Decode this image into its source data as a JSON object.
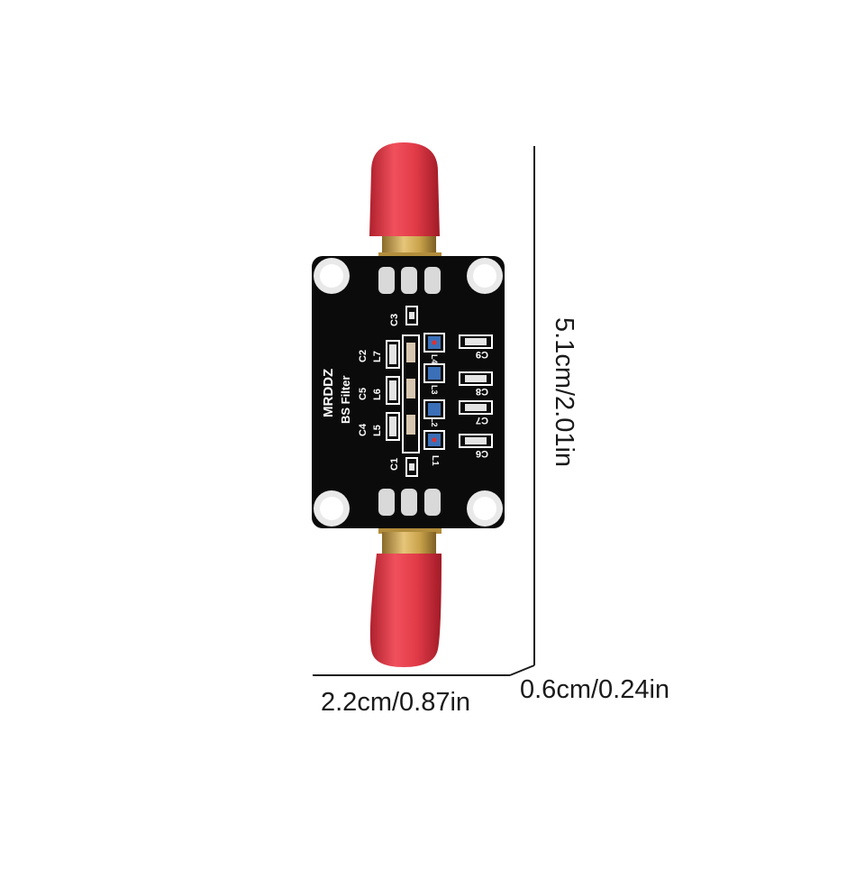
{
  "dimensions": {
    "height": "5.1cm/2.01in",
    "width": "2.2cm/0.87in",
    "thickness": "0.6cm/0.24in"
  },
  "board": {
    "brand": "MRDDZ",
    "model": "BS Filter",
    "labels": {
      "c1": "C1",
      "c2": "C2",
      "c3": "C3",
      "c4": "C4",
      "c5": "C5",
      "c6": "C6",
      "c7": "C7",
      "c8": "C8",
      "c9": "C9",
      "l1": "L1",
      "l2": "L2",
      "l3": "L3",
      "l4": "L4",
      "l5": "L5",
      "l6": "L6",
      "l7": "L7"
    }
  },
  "colors": {
    "pcb": "#0b0b0b",
    "cap": "#e8404c",
    "gold": "#c9a24a",
    "line": "#1a1a1a"
  }
}
